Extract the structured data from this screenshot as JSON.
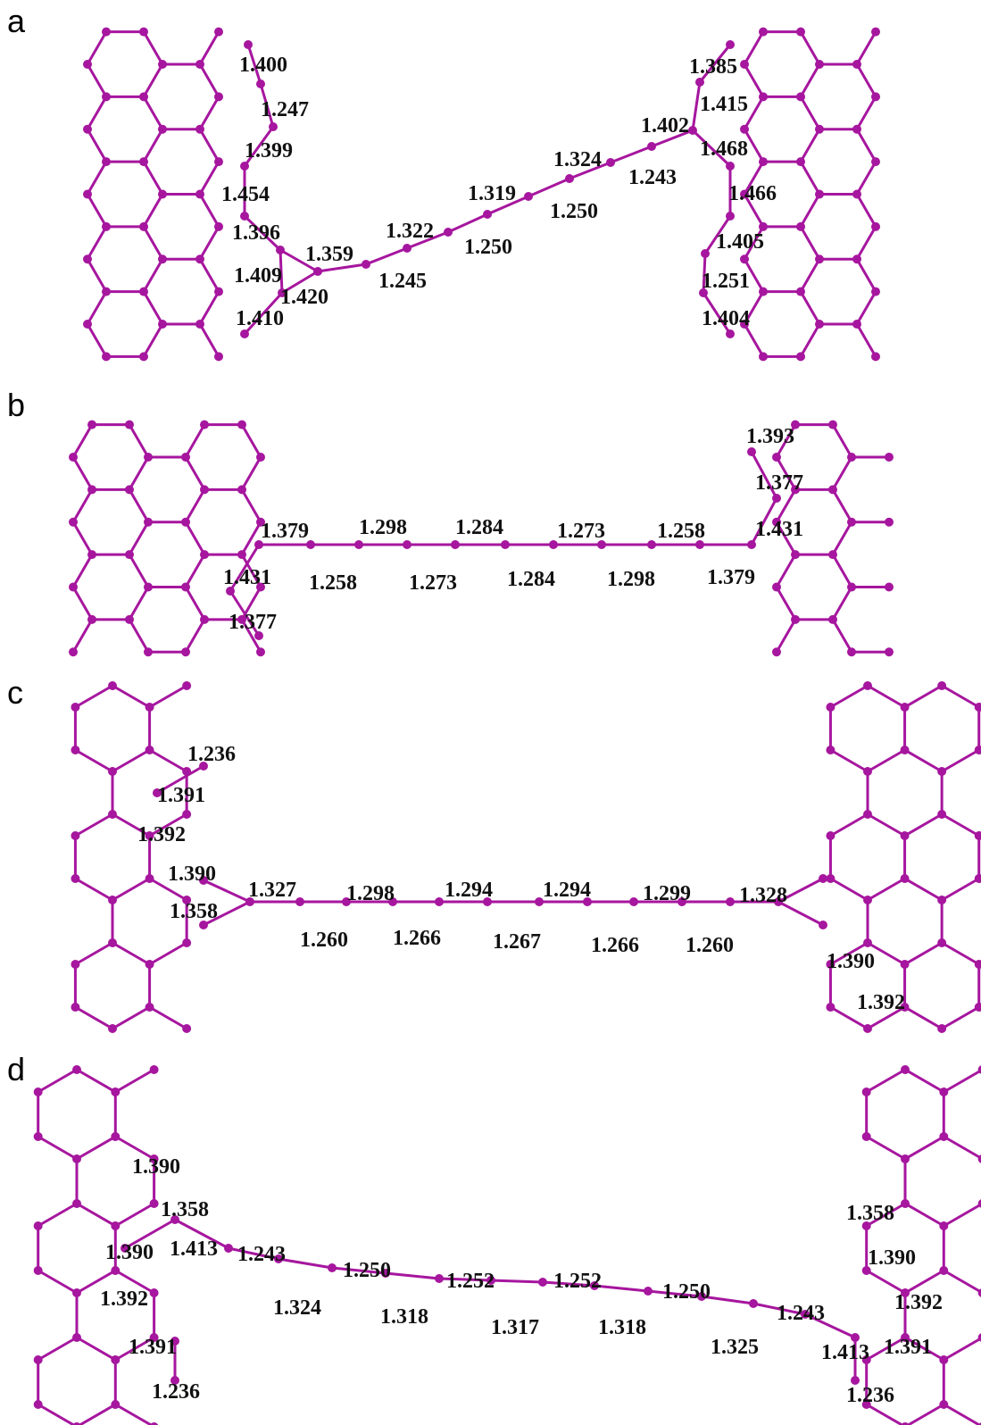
{
  "colors": {
    "structure": "#a6169e",
    "text": "#111111",
    "background": "#ffffff"
  },
  "panels": [
    {
      "letter": "a",
      "labels": [
        "1.400",
        "1.247",
        "1.399",
        "1.454",
        "1.396",
        "1.359",
        "1.409",
        "1.420",
        "1.410",
        "1.322",
        "1.245",
        "1.250",
        "1.319",
        "1.250",
        "1.324",
        "1.243",
        "1.402",
        "1.385",
        "1.415",
        "1.468",
        "1.466",
        "1.405",
        "1.251",
        "1.404"
      ]
    },
    {
      "letter": "b",
      "labels": [
        "1.393",
        "1.377",
        "1.431",
        "1.379",
        "1.298",
        "1.284",
        "1.273",
        "1.258",
        "1.431",
        "1.377",
        "1.258",
        "1.273",
        "1.284",
        "1.298",
        "1.379"
      ]
    },
    {
      "letter": "c",
      "labels": [
        "1.236",
        "1.391",
        "1.392",
        "1.390",
        "1.358",
        "1.327",
        "1.298",
        "1.294",
        "1.294",
        "1.299",
        "1.328",
        "1.260",
        "1.266",
        "1.267",
        "1.266",
        "1.260",
        "1.390",
        "1.392"
      ]
    },
    {
      "letter": "d",
      "labels": [
        "1.390",
        "1.358",
        "1.390",
        "1.413",
        "1.243",
        "1.250",
        "1.252",
        "1.252",
        "1.250",
        "1.243",
        "1.324",
        "1.318",
        "1.317",
        "1.318",
        "1.325",
        "1.392",
        "1.391",
        "1.236",
        "1.358",
        "1.390",
        "1.392",
        "1.413",
        "1.391",
        "1.236"
      ]
    }
  ]
}
